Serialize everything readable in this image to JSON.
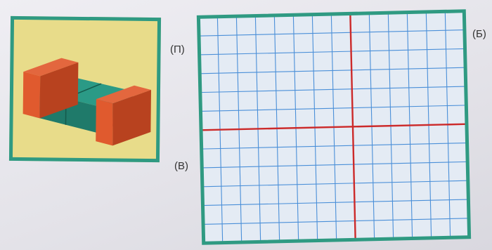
{
  "model": {
    "colors": {
      "background": "#e8dc8a",
      "frame": "#2f9a82",
      "block": "#d9522a",
      "block_top": "#e3673e",
      "base": "#1f7a6a",
      "base_top": "#2b9a86"
    }
  },
  "views": {
    "top_label": "(П)",
    "side_label": "(Б)",
    "front_label": "(В)"
  },
  "grid": {
    "line_color": "#4a8fd8",
    "axis_color": "#cc2a2a",
    "frame_color": "#2f9a82",
    "paper_color": "#e4ebf4"
  }
}
